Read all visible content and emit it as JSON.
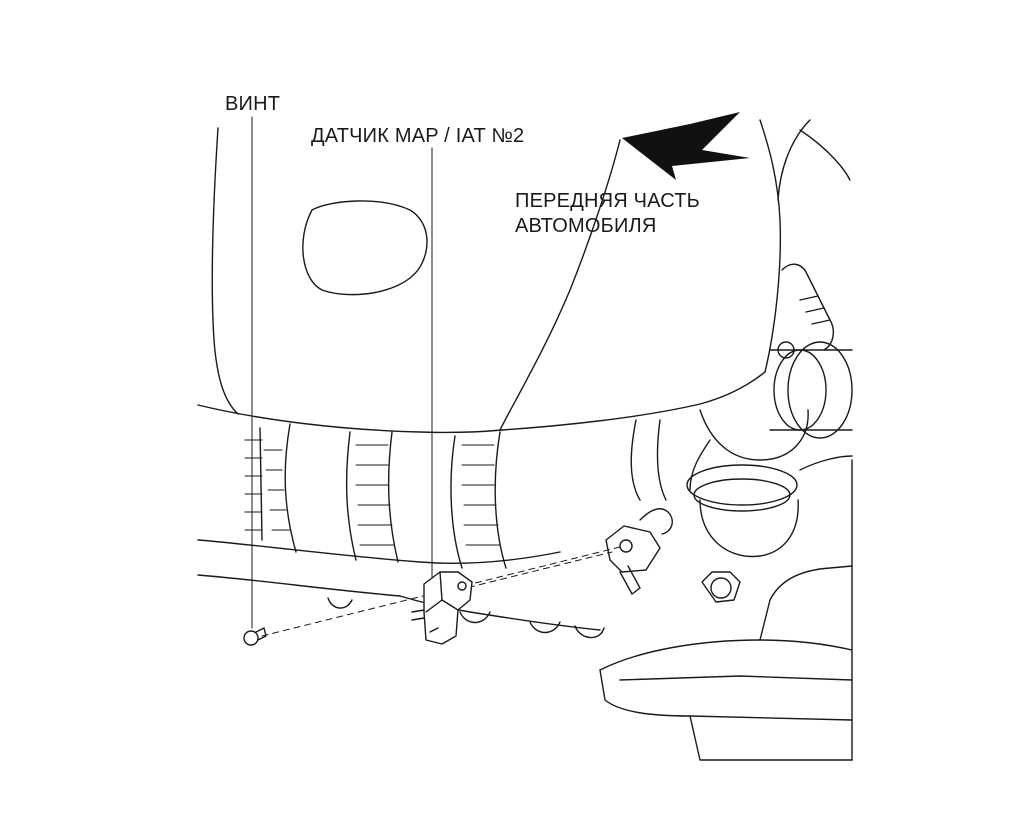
{
  "labels": {
    "screw": "ВИНТ",
    "sensor": "ДАТЧИК MAP / IAT №2",
    "front_line1": "ПЕРЕДНЯЯ ЧАСТЬ",
    "front_line2": "АВТОМОБИЛЯ"
  },
  "icons": {
    "direction_arrow": "arrow-left-down-icon",
    "screw": "screw-icon",
    "sensor": "map-iat-sensor-icon"
  },
  "colors": {
    "line": "#1a1a1a",
    "background": "#ffffff"
  }
}
